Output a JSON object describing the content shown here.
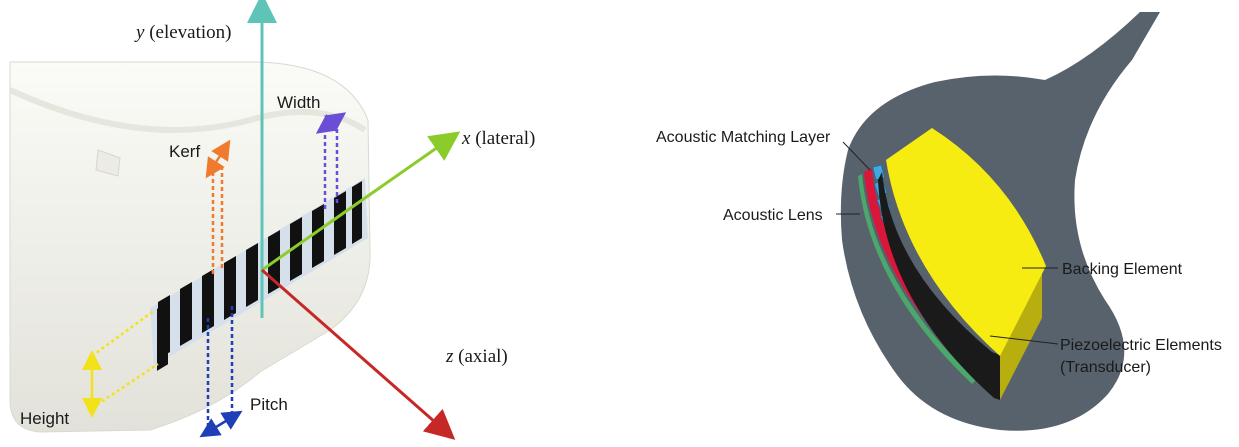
{
  "left_figure": {
    "axes": {
      "y": {
        "var": "y",
        "desc": " (elevation)"
      },
      "x": {
        "var": "x",
        "desc": " (lateral)"
      },
      "z": {
        "var": "z",
        "desc": " (axial)"
      }
    },
    "labels": {
      "width": "Width",
      "kerf": "Kerf",
      "height": "Height",
      "pitch": "Pitch"
    },
    "colors": {
      "y_axis": "#5fc4b8",
      "x_axis": "#8ccc2a",
      "z_axis": "#c62828",
      "width_marker": "#6a4fd6",
      "kerf_marker": "#f07b2e",
      "height_marker": "#f2e21a",
      "pitch_marker": "#1f3fb8",
      "probe_body": "#f3f3ee",
      "elements": "#111111",
      "face_plate": "#d6e0ea"
    }
  },
  "right_figure": {
    "labels": {
      "matching_layer": "Acoustic Matching Layer",
      "lens": "Acoustic Lens",
      "backing": "Backing Element",
      "piezo_line1": "Piezoelectric Elements",
      "piezo_line2": "(Transducer)"
    },
    "colors": {
      "housing": "#57626d",
      "backing": "#f7ec12",
      "piezo": "#3fa9e0",
      "matching": "#d8173a",
      "lens": "#4aa86a"
    }
  }
}
